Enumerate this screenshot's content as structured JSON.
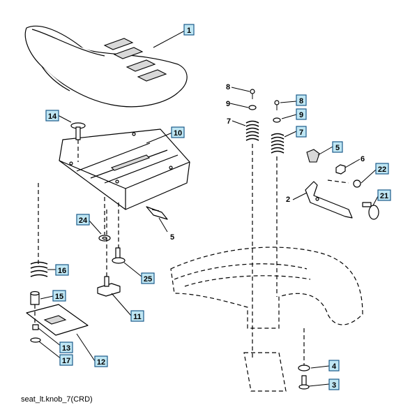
{
  "caption": "seat_lt.knob_7(CRD)",
  "callouts": [
    {
      "label": "1"
    },
    {
      "label": "14"
    },
    {
      "label": "10"
    },
    {
      "label": "24"
    },
    {
      "label": "5"
    },
    {
      "label": "16"
    },
    {
      "label": "25"
    },
    {
      "label": "15"
    },
    {
      "label": "11"
    },
    {
      "label": "13"
    },
    {
      "label": "17"
    },
    {
      "label": "12"
    },
    {
      "label": "8"
    },
    {
      "label": "8"
    },
    {
      "label": "9"
    },
    {
      "label": "9"
    },
    {
      "label": "7"
    },
    {
      "label": "7"
    },
    {
      "label": "5"
    },
    {
      "label": "6"
    },
    {
      "label": "22"
    },
    {
      "label": "2"
    },
    {
      "label": "21"
    },
    {
      "label": "4"
    },
    {
      "label": "3"
    }
  ],
  "plain_labels": [
    {
      "label": "8"
    },
    {
      "label": "9"
    },
    {
      "label": "7"
    },
    {
      "label": "2"
    },
    {
      "label": "5"
    }
  ]
}
